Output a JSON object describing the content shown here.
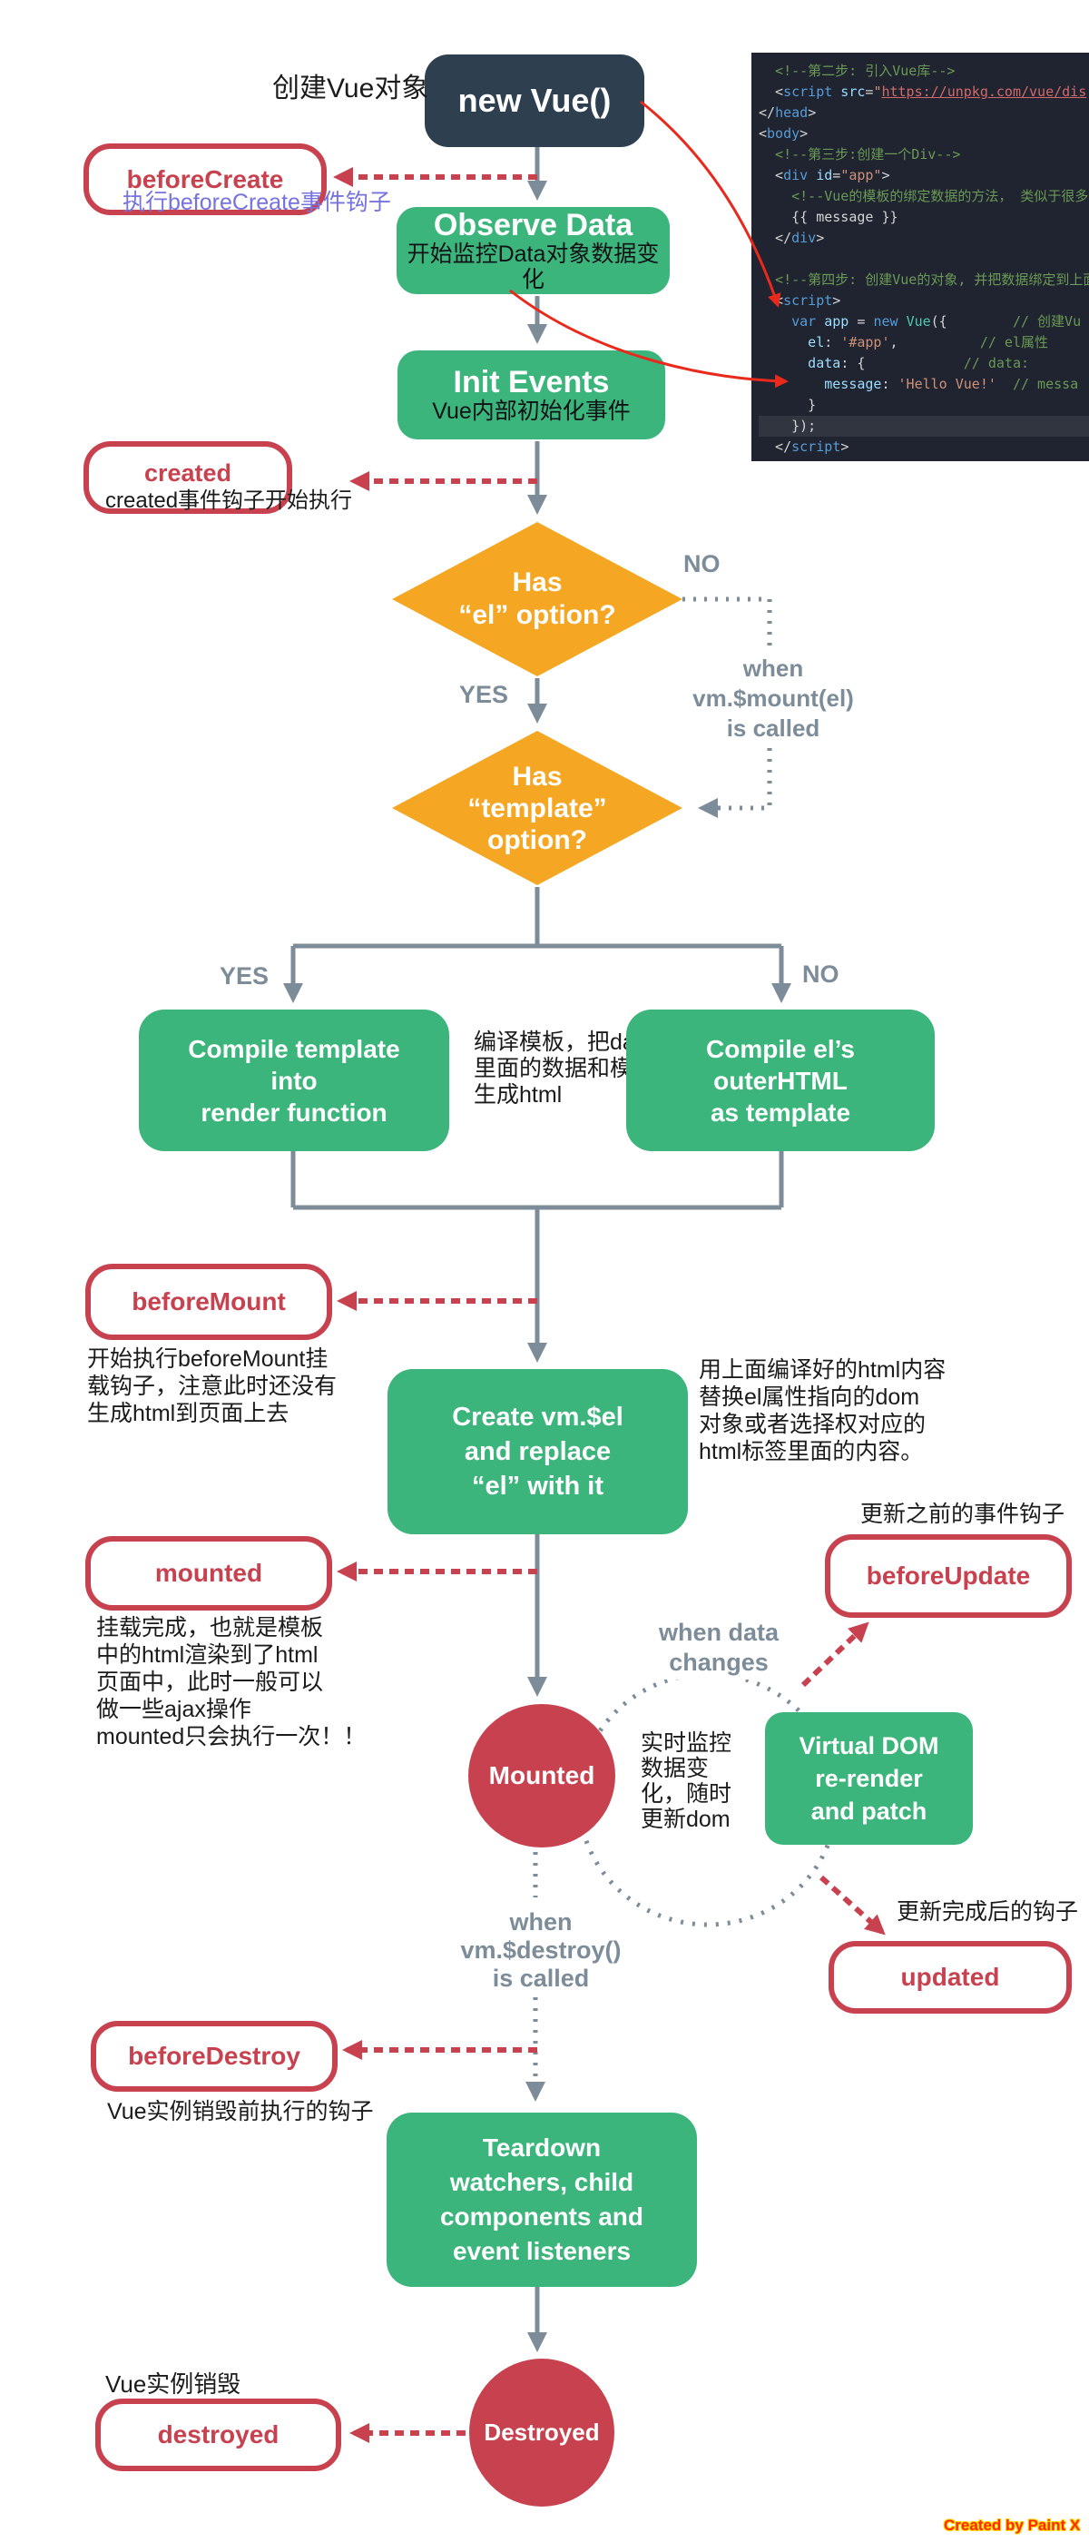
{
  "colors": {
    "green": "#3CB57C",
    "navy": "#2E3F50",
    "orange": "#F5A623",
    "red": "#C8414F",
    "gray": "#7D8C99",
    "annored": "#E8291C",
    "purple": "#7673E0",
    "ink": "#1B1B1B",
    "codebg": "#1F2430"
  },
  "nodes": {
    "new_vue": "new Vue()",
    "observe": "Observe Data",
    "observe_sub": "开始监控Data对象数据变化",
    "init": "Init Events",
    "init_sub": "Vue内部初始化事件",
    "diamond_el": "Has\n“el” option?",
    "diamond_template": "Has\n“template”\noption?",
    "compile_left": "Compile template\ninto\nrender function",
    "compile_right": "Compile el’s\nouterHTML\nas template",
    "create_el": "Create vm.$el\nand replace\n“el” with it",
    "vdom": "Virtual DOM\nre-render\nand patch",
    "teardown": "Teardown\nwatchers, child\ncomponents and\nevent listeners",
    "mounted_state": "Mounted",
    "destroyed_state": "Destroyed"
  },
  "hooks": {
    "before_create": "beforeCreate",
    "created": "created",
    "before_mount": "beforeMount",
    "mounted": "mounted",
    "before_update": "beforeUpdate",
    "updated": "updated",
    "before_destroy": "beforeDestroy",
    "destroyed": "destroyed"
  },
  "labels": {
    "create_vue": "创建Vue对象",
    "before_create_note": "执行beforeCreate事件钩子",
    "created_note": "created事件钩子开始执行",
    "no1": "NO",
    "yes1": "YES",
    "yes2": "YES",
    "no2": "NO",
    "mount_called": "when\nvm.$mount(el)\nis called",
    "compile_note": "编译模板，把data\n里面的数据和模板\n生成html",
    "before_mount_note": "开始执行beforeMount挂\n载钩子，注意此时还没有\n生成html到页面上去",
    "replace_note": "用上面编译好的html内容\n替换el属性指向的dom\n对象或者选择权对应的\nhtml标签里面的内容。",
    "mounted_note": "挂载完成，也就是模板\n中的html渲染到了html\n页面中，此时一般可以\n做一些ajax操作\nmounted只会执行一次！！",
    "when_data_changes": "when data\nchanges",
    "before_update_note": "更新之前的事件钩子",
    "watch_note": "实时监控\n数据变\n化，随时\n更新dom",
    "updated_note": "更新完成后的钩子",
    "destroy_called": "when\nvm.$destroy()\nis called",
    "before_destroy_note": "Vue实例销毁前执行的钩子",
    "destroyed_note": "Vue实例销毁"
  },
  "code": {
    "lines": [
      {
        "seg": [
          [
            "cm",
            "  <!--第二步: 引入Vue库-->"
          ]
        ]
      },
      {
        "seg": [
          [
            "pl",
            "  <"
          ],
          [
            "tg",
            "script"
          ],
          [
            "at",
            " src"
          ],
          [
            "pl",
            "="
          ],
          [
            "st",
            "\""
          ],
          [
            "ur",
            "https://unpkg.com/vue/dis"
          ]
        ]
      },
      {
        "seg": [
          [
            "pl",
            "</"
          ],
          [
            "tg",
            "head"
          ],
          [
            "pl",
            ">"
          ]
        ]
      },
      {
        "seg": [
          [
            "pl",
            "<"
          ],
          [
            "tg",
            "body"
          ],
          [
            "pl",
            ">"
          ]
        ]
      },
      {
        "seg": [
          [
            "cm",
            "  <!--第三步:创建一个Div-->"
          ]
        ]
      },
      {
        "seg": [
          [
            "pl",
            "  <"
          ],
          [
            "tg",
            "div"
          ],
          [
            "at",
            " id"
          ],
          [
            "pl",
            "="
          ],
          [
            "st",
            "\"app\""
          ],
          [
            "pl",
            ">"
          ]
        ]
      },
      {
        "seg": [
          [
            "cm",
            "    <!--Vue的模板的绑定数据的方法， 类似于很多"
          ]
        ]
      },
      {
        "seg": [
          [
            "pl",
            "    {{ message }}"
          ]
        ]
      },
      {
        "seg": [
          [
            "pl",
            "  </"
          ],
          [
            "tg",
            "div"
          ],
          [
            "pl",
            ">"
          ]
        ]
      },
      {
        "seg": []
      },
      {
        "seg": [
          [
            "cm",
            "  <!--第四步: 创建Vue的对象, 并把数据绑定到上面"
          ]
        ]
      },
      {
        "seg": [
          [
            "pl",
            "  <"
          ],
          [
            "tg",
            "script"
          ],
          [
            "pl",
            ">"
          ]
        ]
      },
      {
        "seg": [
          [
            "kw",
            "    var "
          ],
          [
            "at",
            "app"
          ],
          [
            "pl",
            " = "
          ],
          [
            "kw",
            "new "
          ],
          [
            "cl",
            "Vue"
          ],
          [
            "pl",
            "({"
          ],
          [
            "cm",
            "        // 创建Vu"
          ]
        ]
      },
      {
        "seg": [
          [
            "at",
            "      el"
          ],
          [
            "pl",
            ": "
          ],
          [
            "st",
            "'#app'"
          ],
          [
            "pl",
            ","
          ],
          [
            "cm",
            "          // el属性"
          ]
        ]
      },
      {
        "seg": [
          [
            "at",
            "      data"
          ],
          [
            "pl",
            ": {"
          ],
          [
            "cm",
            "            // data:"
          ]
        ]
      },
      {
        "seg": [
          [
            "at",
            "        message"
          ],
          [
            "pl",
            ": "
          ],
          [
            "st",
            "'Hello Vue!'"
          ],
          [
            "cm",
            "  // messa"
          ]
        ]
      },
      {
        "seg": [
          [
            "pl",
            "      }"
          ]
        ]
      },
      {
        "seg": [
          [
            "pl",
            "    });"
          ]
        ],
        "hl": true
      },
      {
        "seg": [
          [
            "pl",
            "  </"
          ],
          [
            "tg",
            "script"
          ],
          [
            "pl",
            ">"
          ]
        ]
      }
    ]
  },
  "watermark": "Created by Paint X"
}
